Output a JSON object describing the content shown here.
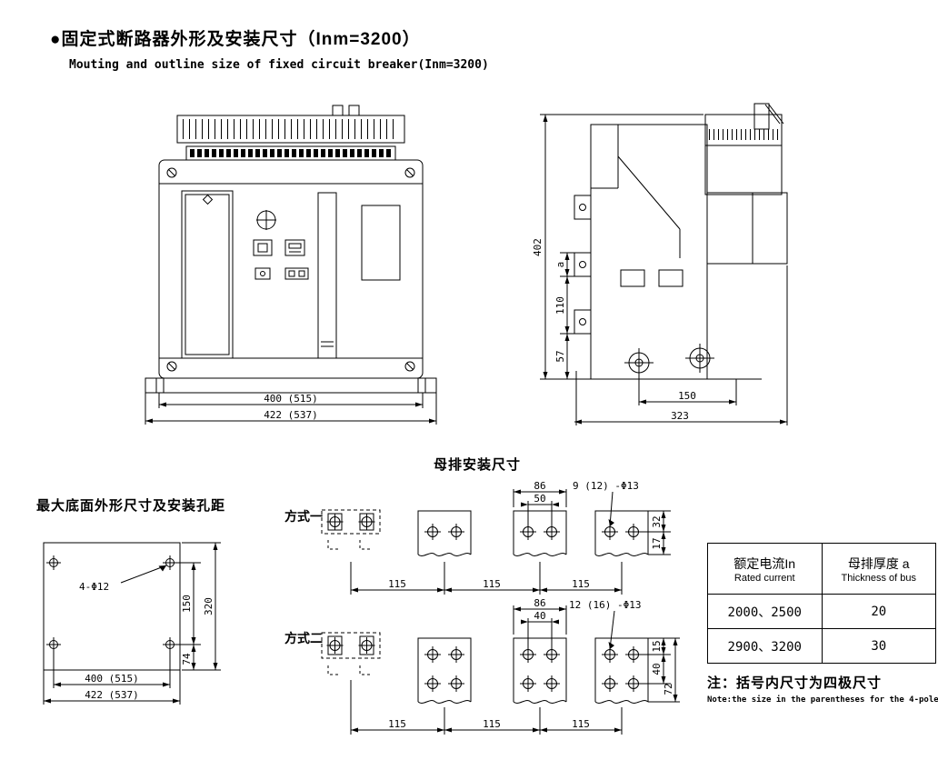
{
  "header": {
    "title": "●固定式断路器外形及安装尺寸（Inm=3200）",
    "subtitle": "Mouting and outline size of fixed circuit breaker(Inm=3200)"
  },
  "front_view": {
    "dim_inner_width": "400 (515)",
    "dim_outer_width": "422 (537)"
  },
  "side_view": {
    "dim_total_height": "402",
    "dim_a": "a",
    "dim_110": "110",
    "dim_57": "57",
    "dim_150": "150",
    "dim_323": "323"
  },
  "busbar": {
    "title": "母排安装尺寸",
    "method1": {
      "label": "方式一",
      "dim_width": "86",
      "dim_hole_span": "50",
      "callout": "9 (12) -Φ13",
      "dim_side_upper": "32",
      "dim_side_lower": "17",
      "spacing": [
        "115",
        "115",
        "115"
      ]
    },
    "method2": {
      "label": "方式二",
      "dim_width": "86",
      "dim_hole_span": "40",
      "callout": "12 (16) -Φ13",
      "dim_side_upper": "15",
      "dim_side_mid": "40",
      "dim_side_lower": "72",
      "spacing": [
        "115",
        "115",
        "115"
      ]
    }
  },
  "bottom_view": {
    "title": "最大底面外形尺寸及安装孔距",
    "callout": "4-Φ12",
    "dim_hole_rows": "150",
    "dim_total_height": "320",
    "dim_bottom_offset": "74",
    "dim_inner_width": "400 (515)",
    "dim_outer_width": "422 (537)"
  },
  "table": {
    "col1_zh": "额定电流In",
    "col1_en": "Rated current",
    "col2_zh": "母排厚度 a",
    "col2_en": "Thickness of bus",
    "rows": [
      {
        "current": "2000、2500",
        "thickness": "20"
      },
      {
        "current": "2900、3200",
        "thickness": "30"
      }
    ]
  },
  "note": {
    "zh": "注：括号内尺寸为四极尺寸",
    "en": "Note:the size in the parentheses for the 4-pole"
  }
}
